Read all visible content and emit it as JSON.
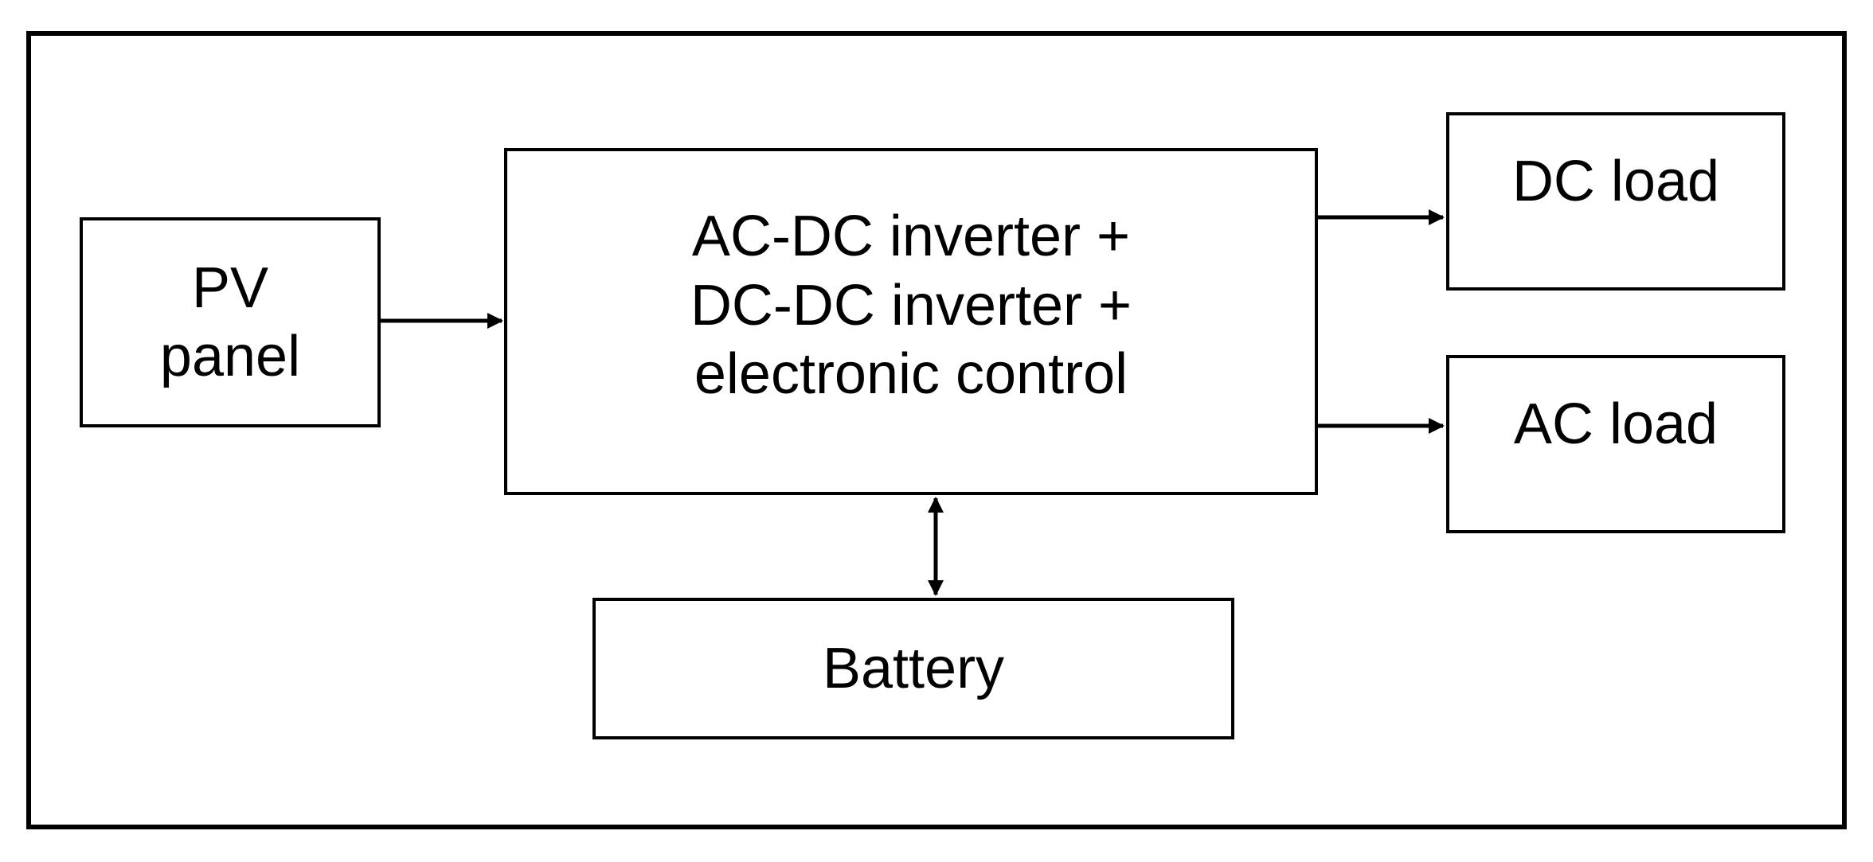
{
  "blocks": {
    "pv_panel": "PV\npanel",
    "controller": "AC-DC inverter +\nDC-DC inverter +\nelectronic control",
    "dc_load": "DC load",
    "ac_load": "AC load",
    "battery": "Battery"
  },
  "colors": {
    "stroke": "#000000",
    "background": "#ffffff"
  }
}
